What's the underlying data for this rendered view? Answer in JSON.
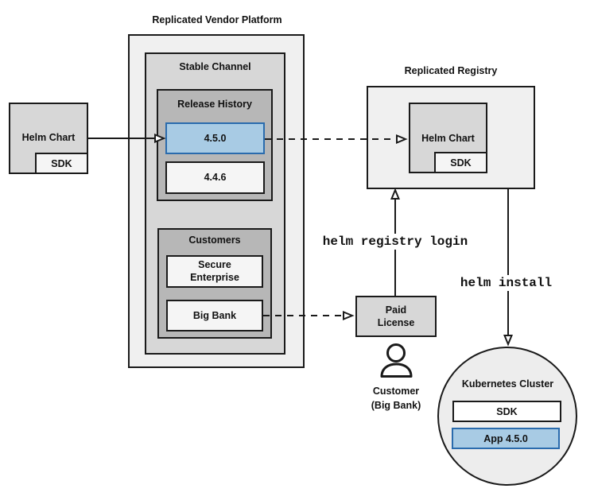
{
  "platform": {
    "title": "Replicated Vendor Platform",
    "stable_channel": {
      "title": "Stable Channel",
      "release_history": {
        "title": "Release History",
        "current_version": "4.5.0",
        "previous_version": "4.4.6"
      },
      "customers": {
        "title": "Customers",
        "secure_enterprise_line1": "Secure",
        "secure_enterprise_line2": "Enterprise",
        "big_bank": "Big Bank"
      }
    }
  },
  "source_chart": {
    "label": "Helm Chart",
    "sdk": "SDK"
  },
  "registry": {
    "title": "Replicated Registry",
    "chart_label": "Helm Chart",
    "sdk": "SDK"
  },
  "paid_license": {
    "line1": "Paid",
    "line2": "License"
  },
  "customer_actor": {
    "line1": "Customer",
    "line2": "(Big Bank)"
  },
  "commands": {
    "registry_login": "helm registry login",
    "install": "helm install"
  },
  "cluster": {
    "title": "Kubernetes Cluster",
    "sdk": "SDK",
    "app": "App 4.5.0"
  },
  "colors": {
    "line": "#1a1a1a",
    "light_fill": "#f0f0f0",
    "mid_fill": "#d7d7d7",
    "dark_fill": "#b7b7b7",
    "paper_fill": "#f5f5f5",
    "blue_fill": "#a8cbe4",
    "blue_border": "#2a6bad",
    "blue_text": "#1c5c9c",
    "circle_fill": "#ededed"
  }
}
